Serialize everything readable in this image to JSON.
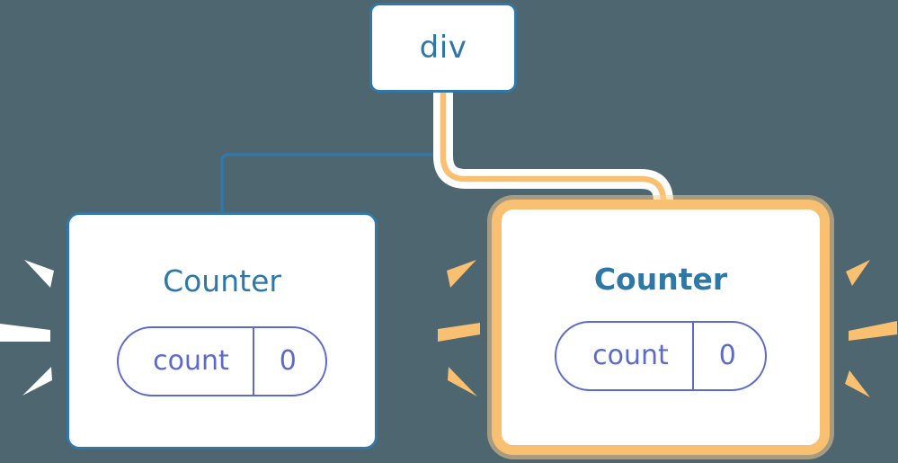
{
  "diagram": {
    "title": "react-component-render-tree",
    "background_color": "#4d6670",
    "nodes": {
      "root": {
        "label": "div",
        "kind": "dom-element",
        "state": "idle",
        "border_color": "#3178a8",
        "text_color": "#2e78a8"
      },
      "counter_left": {
        "label": "Counter",
        "kind": "component",
        "state": "idle",
        "highlighted": false,
        "border_color": "#3178a8",
        "text_color": "#2e78a8",
        "state_badge": {
          "key": "count",
          "value": "0",
          "color": "#5c6bc8"
        }
      },
      "counter_right": {
        "label": "Counter",
        "kind": "component",
        "state": "re-rendering",
        "highlighted": true,
        "border_color": "#f9c071",
        "text_color": "#2e78a8",
        "state_badge": {
          "key": "count",
          "value": "0",
          "color": "#5c6bc8"
        }
      }
    },
    "edges": [
      {
        "name": "root-to-counter-left",
        "from": "root",
        "to": "counter_left",
        "color": "#3178a8",
        "active": false
      },
      {
        "name": "root-to-counter-right",
        "from": "root",
        "to": "counter_right",
        "color": "#f9c071",
        "active": true
      }
    ],
    "sparkles": [
      {
        "name": "sparkle-left-of-counter-left",
        "color": "#ffffff",
        "count": 3,
        "direction": "left"
      },
      {
        "name": "sparkle-right-of-counter-left",
        "color": "#f9c071",
        "count": 3,
        "direction": "right"
      },
      {
        "name": "sparkle-right-of-counter-right",
        "color": "#f9c071",
        "count": 3,
        "direction": "right"
      }
    ],
    "colors": {
      "background": "#4d6670",
      "blue": "#3178a8",
      "blue_text": "#2e78a8",
      "orange": "#f9c071",
      "orange_glow": "#fccf92",
      "indigo": "#5c6bc8",
      "white": "#ffffff"
    }
  }
}
